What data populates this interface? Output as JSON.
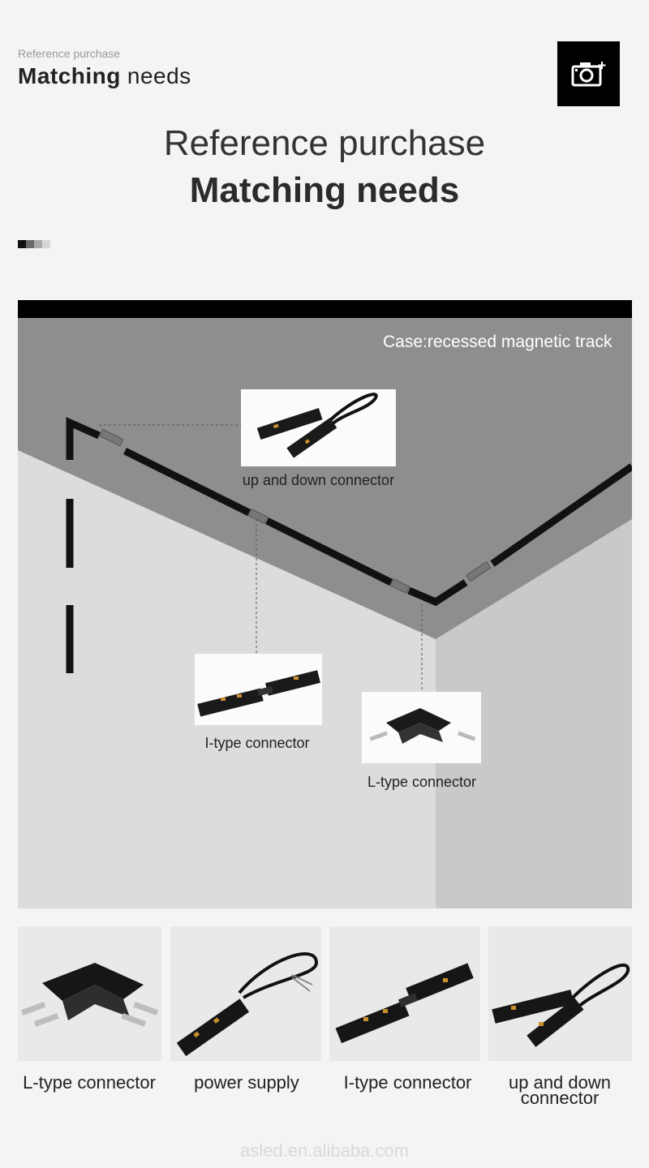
{
  "header": {
    "subtitle": "Reference purchase",
    "title_bold": "Matching",
    "title_light": "needs",
    "camera_icon": "camera-plus-icon"
  },
  "hero": {
    "line1": "Reference purchase",
    "line2": "Matching needs"
  },
  "swatches": [
    "#111111",
    "#6a6a6a",
    "#a9a9a9",
    "#d6d6d6"
  ],
  "scene": {
    "case_label": "Case:recessed magnetic track",
    "callouts": [
      {
        "label": "up and down connector"
      },
      {
        "label": "I-type connector"
      },
      {
        "label": "L-type connector"
      }
    ]
  },
  "products": [
    {
      "label": "L-type connector"
    },
    {
      "label": "power supply"
    },
    {
      "label": "I-type connector"
    },
    {
      "label_line1": "up and down",
      "label_line2": "connector"
    }
  ],
  "footer": {
    "watermark": "asled.en.alibaba.com"
  }
}
